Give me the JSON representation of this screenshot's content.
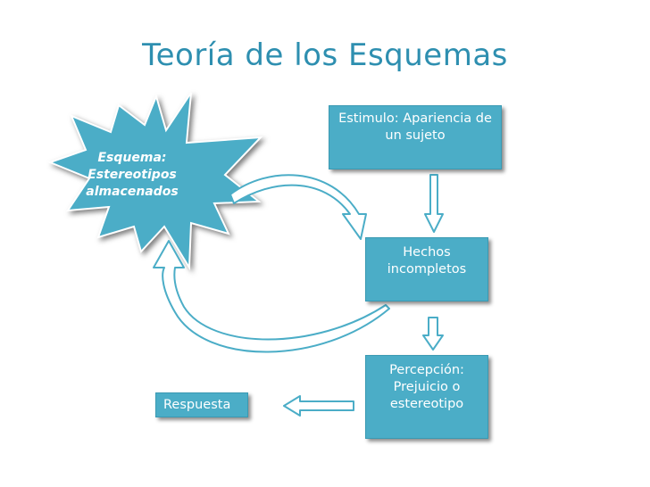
{
  "title": "Teoría de los Esquemas",
  "esquema": {
    "line1": "Esquema:",
    "line2": "Estereotipos",
    "line3": "almacenados"
  },
  "estimulo": {
    "line1": "Estimulo: Apariencia de",
    "line2": "un sujeto"
  },
  "hechos": {
    "line1": "Hechos",
    "line2": "incompletos"
  },
  "percepcion": {
    "line1": "Percepción:",
    "line2": "Prejuicio o",
    "line3": "estereotipo"
  },
  "respuesta": {
    "label": "Respuesta"
  },
  "colors": {
    "box_fill": "#4badc7",
    "title": "#2e8fb0",
    "arrow_outline": "#4badc7"
  }
}
